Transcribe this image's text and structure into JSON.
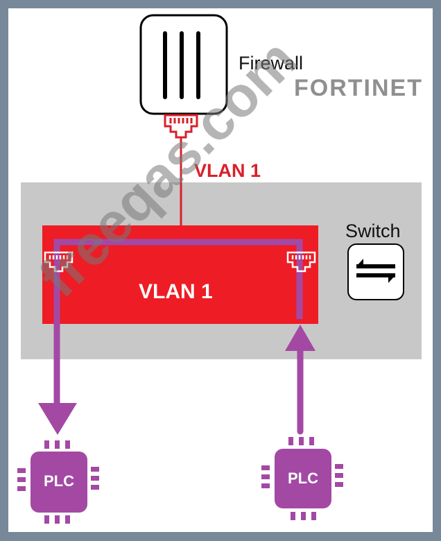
{
  "diagram": {
    "firewall": {
      "label": "Firewall",
      "icon": "firewall-icon"
    },
    "brand": {
      "logo_text": "FORTINET"
    },
    "uplink": {
      "label": "VLAN 1"
    },
    "switch": {
      "label": "Switch",
      "icon": "switch-arrows-icon",
      "vlan_label": "VLAN 1"
    },
    "devices": [
      {
        "label": "PLC",
        "flow": "inbound"
      },
      {
        "label": "PLC",
        "flow": "outbound"
      }
    ],
    "watermark": "freeqas.com",
    "colors": {
      "frame": "#778899",
      "vlan_red": "#ee1c25",
      "uplink_red": "#d9202a",
      "flow_purple": "#a349a4",
      "switch_gray": "#c8c8c8",
      "logo_gray": "#8f8f8f",
      "logo_accent": "#e38a8a"
    }
  }
}
